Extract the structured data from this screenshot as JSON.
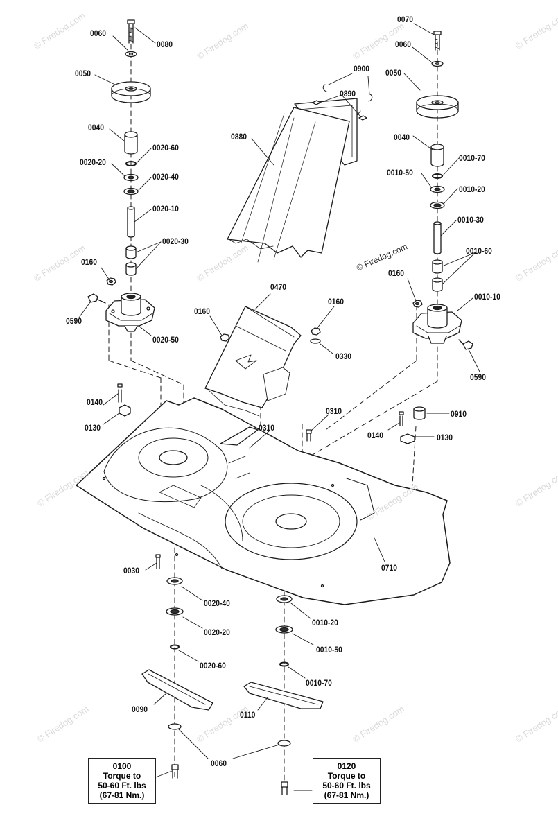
{
  "watermark": "© Firedog.com",
  "watermark_strong": "© Firedog.com",
  "labels": {
    "l0060a": "0060",
    "l0080": "0080",
    "l0050a": "0050",
    "l0040a": "0040",
    "l0020_60a": "0020-60",
    "l0020_20a": "0020-20",
    "l0020_40a": "0020-40",
    "l0020_10": "0020-10",
    "l0020_30": "0020-30",
    "l0160a": "0160",
    "l0590a": "0590",
    "l0020_50a": "0020-50",
    "l0140a": "0140",
    "l0130a": "0130",
    "l0900": "0900",
    "l0890": "0890",
    "l0880": "0880",
    "l0470": "0470",
    "l0160b": "0160",
    "l0160c": "0160",
    "l0330": "0330",
    "l0310a": "0310",
    "l0310b": "0310",
    "l0070": "0070",
    "l0060b": "0060",
    "l0050b": "0050",
    "l0040b": "0040",
    "l0010_70a": "0010-70",
    "l0010_50a": "0010-50",
    "l0010_20a": "0010-20",
    "l0010_30": "0010-30",
    "l0010_60": "0010-60",
    "l0160d": "0160",
    "l0010_10": "0010-10",
    "l0590b": "0590",
    "l0910": "0910",
    "l0140b": "0140",
    "l0130b": "0130",
    "l0710": "0710",
    "l0030": "0030",
    "l0020_40b": "0020-40",
    "l0020_20b": "0020-20",
    "l0020_60b": "0020-60",
    "l0010_20b": "0010-20",
    "l0010_50b": "0010-50",
    "l0010_70b": "0010-70",
    "l0090": "0090",
    "l0110": "0110",
    "l0060c": "0060"
  },
  "torque_left": {
    "part": "0100",
    "line1": "Torque to",
    "line2": "50-60 Ft. lbs",
    "line3": "(67-81 Nm.)"
  },
  "torque_right": {
    "part": "0120",
    "line1": "Torque to",
    "line2": "50-60 Ft. lbs",
    "line3": "(67-81 Nm.)"
  }
}
